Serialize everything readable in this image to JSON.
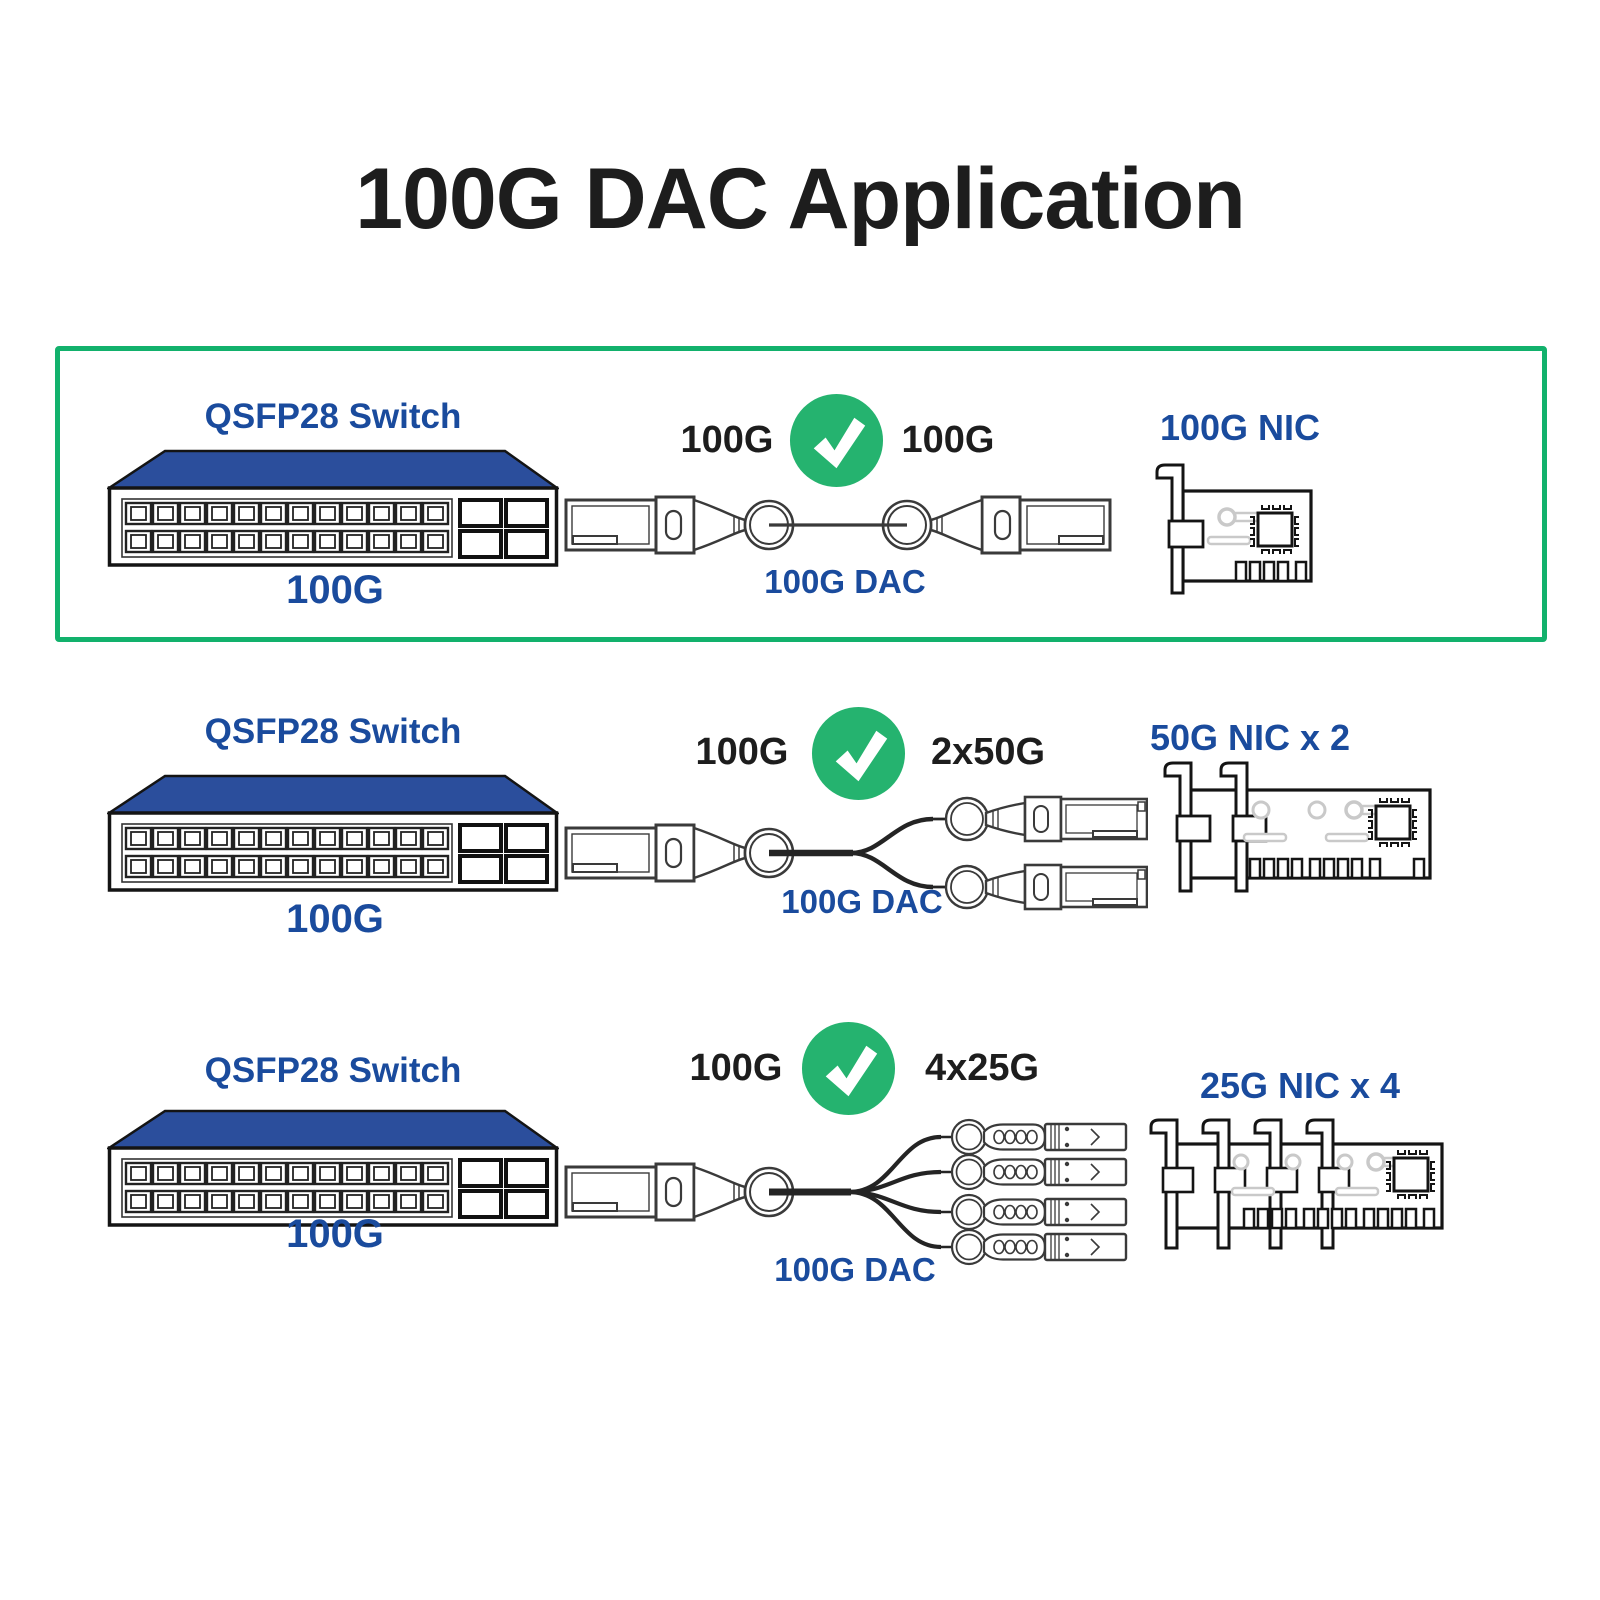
{
  "title": "100G DAC Application",
  "colors": {
    "brand_blue": "#1a4b9d",
    "roof_blue": "#2b4e9c",
    "text_dark": "#1d1d1d",
    "green_border": "#12b16c",
    "badge_green": "#25b36f",
    "line_dark": "#3a3a3a",
    "detail_gray": "#c9c9c9"
  },
  "icons": {
    "badge": "check-icon",
    "switch": "qsfp28-switch-graphic",
    "cable": "dac-cable-graphic",
    "nic": "nic-card-graphic"
  },
  "rows": [
    {
      "highlighted": true,
      "switch_label": "QSFP28 Switch",
      "switch_speed": "100G",
      "left_speed": "100G",
      "right_speed": "100G",
      "cable_label": "100G DAC",
      "nic_label": "100G NIC",
      "nic_count": 1,
      "breakout_count": 1
    },
    {
      "highlighted": false,
      "switch_label": "QSFP28 Switch",
      "switch_speed": "100G",
      "left_speed": "100G",
      "right_speed": "2x50G",
      "cable_label": "100G DAC",
      "nic_label": "50G NIC x 2",
      "nic_count": 2,
      "breakout_count": 2
    },
    {
      "highlighted": false,
      "switch_label": "QSFP28 Switch",
      "switch_speed": "100G",
      "left_speed": "100G",
      "right_speed": "4x25G",
      "cable_label": "100G DAC",
      "nic_label": "25G NIC x 4",
      "nic_count": 4,
      "breakout_count": 4
    }
  ]
}
